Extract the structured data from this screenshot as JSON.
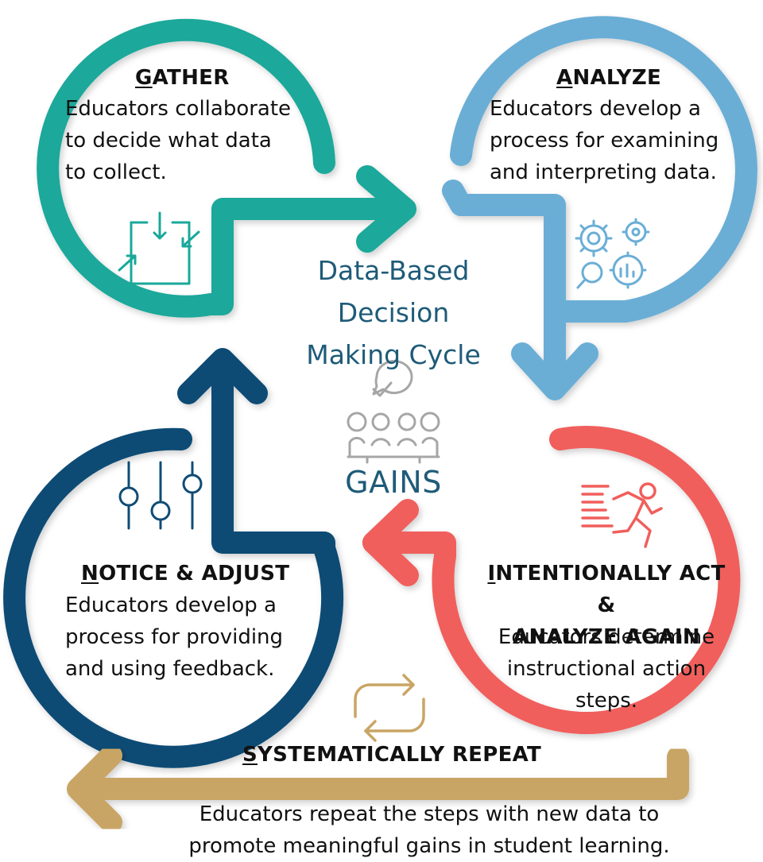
{
  "title": [
    "Data-Based",
    "Decision",
    "Making Cycle"
  ],
  "acronym": "GAINS",
  "steps": {
    "gather": {
      "initial": "G",
      "rest": "ATHER",
      "lines": [
        "Educators collaborate",
        "to decide what data",
        "to collect."
      ],
      "color": "#1aa89a",
      "icon": "square-arrows-icon"
    },
    "analyze": {
      "initial": "A",
      "rest": "NALYZE",
      "lines": [
        "Educators develop a",
        "process for examining",
        "and interpreting data."
      ],
      "color": "#6aaed6",
      "icon": "gears-analysis-icon"
    },
    "act": {
      "initial": "I",
      "rest": "NTENTIONALLY ACT &",
      "line2": "ANALYZE AGAIN",
      "lines": [
        "Educators determine",
        "instructional action",
        "steps."
      ],
      "color": "#f05f5c",
      "icon": "running-person-icon"
    },
    "notice": {
      "initial": "N",
      "rest": "OTICE & ADJUST",
      "lines": [
        "Educators develop a",
        "process for providing",
        "and using feedback."
      ],
      "color": "#0f4c75",
      "icon": "sliders-icon"
    },
    "repeat": {
      "initial": "S",
      "rest": "YSTEMATICALLY REPEAT",
      "lines": [
        "Educators repeat the steps with new data to",
        "promote meaningful gains in student learning."
      ],
      "color": "#c9a565",
      "icon": "repeat-arrows-icon"
    }
  },
  "center_icon": "team-meeting-icon",
  "center_color": "#1e5b78",
  "icon_gray": "#a6a6a6"
}
